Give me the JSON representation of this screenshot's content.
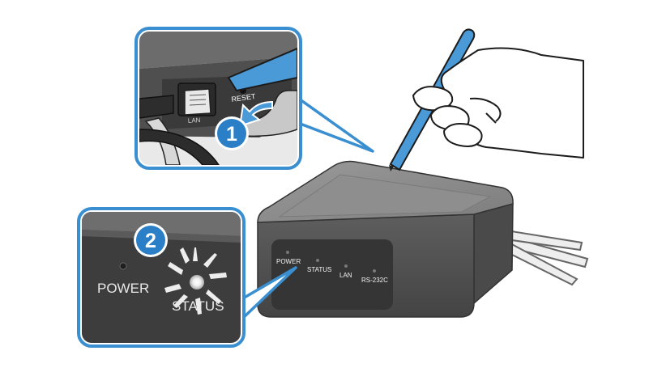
{
  "callouts": {
    "top": {
      "step": "1",
      "port_labels": [
        "RESET",
        "LAN"
      ]
    },
    "bottom": {
      "step": "2",
      "power_label": "POWER",
      "status_label": "STATUS"
    }
  },
  "device": {
    "indicators": [
      "POWER",
      "STATUS",
      "LAN",
      "RS-232C"
    ]
  },
  "colors": {
    "callout_border": "#3a8fd0",
    "step_badge": "#2a7fc6",
    "stylus": "#4a9ad8",
    "device_body": "#5a5a5a",
    "device_top": "#8a8a8a",
    "panel_bg": "#3e3e3e"
  }
}
